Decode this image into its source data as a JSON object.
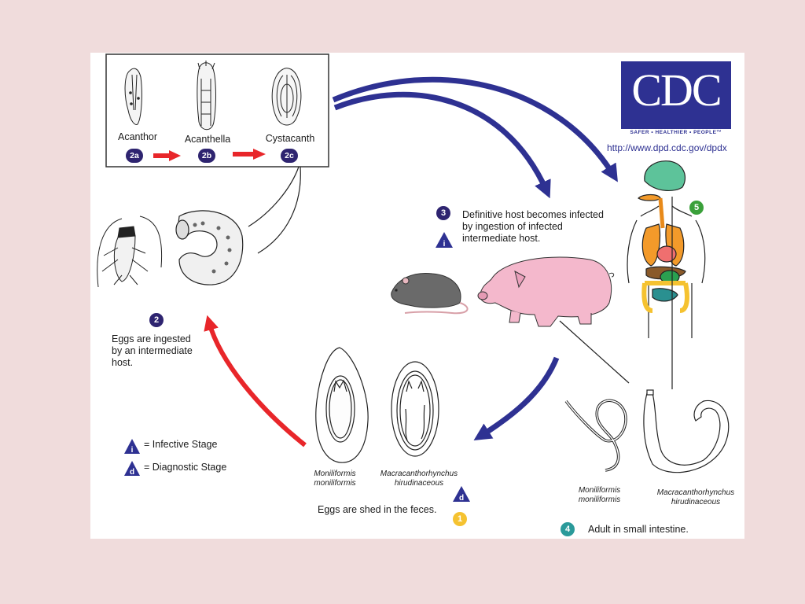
{
  "diagram": {
    "type": "parasite-life-cycle",
    "colors": {
      "background": "#f0dcdc",
      "panel": "#ffffff",
      "definitive_arrow": "#2e3192",
      "intermediate_arrow": "#e8262a",
      "navy_badge": "#2e2470",
      "stage1_badge": "#f5c230",
      "stage4_badge": "#2a9a9a",
      "stage5_badge": "#3aa03a"
    },
    "logo": {
      "text": "CDC",
      "tagline": "SAFER • HEALTHIER • PEOPLE™",
      "url": "http://www.dpd.cdc.gov/dpdx"
    },
    "larval_stages": [
      {
        "name": "Acanthor",
        "badge": "2a"
      },
      {
        "name": "Acanthella",
        "badge": "2b"
      },
      {
        "name": "Cystacanth",
        "badge": "2c"
      }
    ],
    "steps": {
      "step1": {
        "badge": "1",
        "text": "Eggs are shed in the feces.",
        "species": [
          "Moniliformis moniliformis",
          "Macracanthorhynchus hirudinaceous"
        ],
        "stage_icon": "d"
      },
      "step2": {
        "badge": "2",
        "text_lines": [
          "Eggs are ingested",
          "by an intermediate",
          "host."
        ]
      },
      "step3": {
        "badge": "3",
        "text_lines": [
          "Definitive host becomes infected",
          "by ingestion of infected",
          "intermediate host."
        ],
        "stage_icon": "i"
      },
      "step4": {
        "badge": "4",
        "text": "Adult in small intestine.",
        "species": [
          "Moniliformis moniliformis",
          "Macracanthorhynchus hirudinaceous"
        ]
      },
      "step5": {
        "badge": "5"
      }
    },
    "species_labels": {
      "egg_left": [
        "Moniliformis",
        "moniliformis"
      ],
      "egg_right": [
        "Macracanthorhynchus",
        "hirudinaceous"
      ],
      "adult_left": [
        "Moniliformis",
        "moniliformis"
      ],
      "adult_right": [
        "Macracanthorhynchus",
        "hirudinaceous"
      ]
    },
    "legend": [
      {
        "icon": "i",
        "label": "= Infective Stage"
      },
      {
        "icon": "d",
        "label": "= Diagnostic Stage"
      }
    ]
  }
}
